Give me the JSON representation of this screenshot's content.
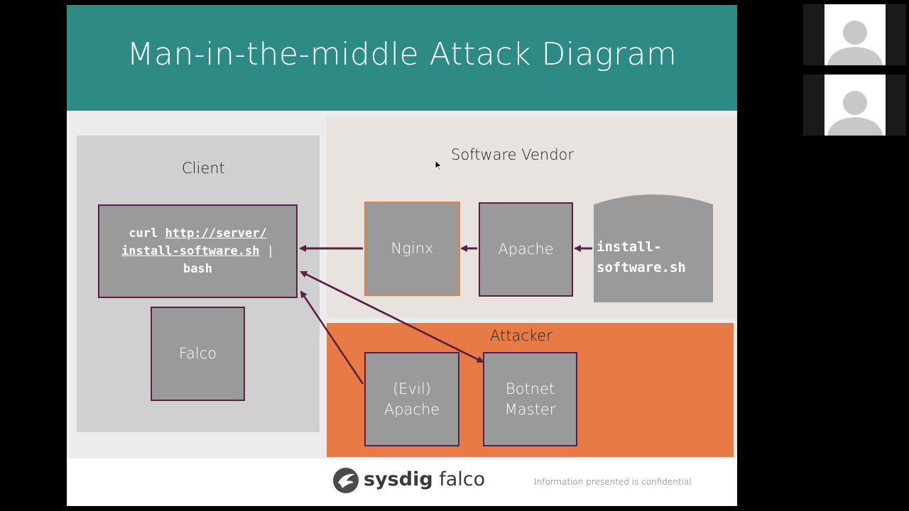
{
  "slide": {
    "title": "Man-in-the-middle Attack Diagram",
    "client_label": "Client",
    "vendor_label": "Software Vendor",
    "attacker_label": "Attacker",
    "command": {
      "part1": "curl ",
      "url1": "http://server/",
      "url2": "install-software.sh",
      "pipe": " |",
      "part3": "bash"
    },
    "falco_label": "Falco",
    "nginx_label": "Nginx",
    "apache_label": "Apache",
    "script_line1": "install-",
    "script_line2": "software.sh",
    "evil_apache_line1": "(Evil)",
    "evil_apache_line2": "Apache",
    "botnet_line1": "Botnet",
    "botnet_line2": "Master",
    "footer": {
      "logo_word1": "sysdig",
      "logo_word2": "falco",
      "confidential": "Information presented is confidential"
    }
  },
  "colors": {
    "header": "#2e8a85",
    "attacker": "#e87b45",
    "arrow": "#5b1f45",
    "box": "#9a9a9a"
  },
  "icons": [
    "cursor-icon",
    "avatar-icon",
    "sysdig-logo-icon"
  ]
}
